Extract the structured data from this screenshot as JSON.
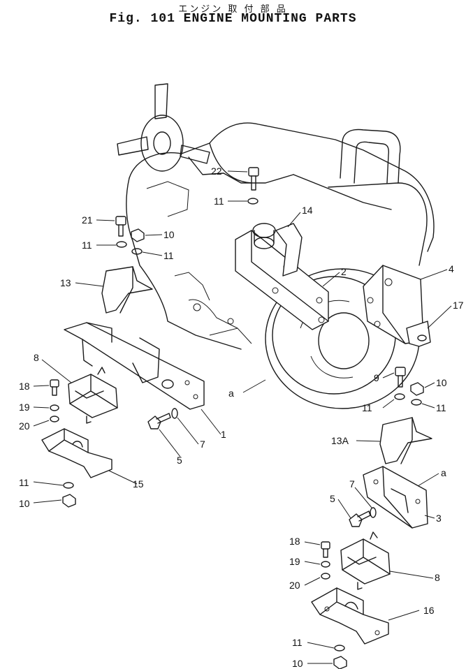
{
  "header": {
    "title_jp": "エンジン 取 付 部 品",
    "title_en": "Fig. 101 ENGINE MOUNTING PARTS"
  },
  "callouts": {
    "c22": "22",
    "c11_top": "11",
    "c14": "14",
    "c21": "21",
    "c10_a": "10",
    "c11_b": "11",
    "c11_c": "11",
    "c2": "2",
    "c4": "4",
    "c13": "13",
    "c17": "17",
    "c8_left": "8",
    "c18_left": "18",
    "c19_left": "19",
    "c20_left": "20",
    "c9": "9",
    "c10_b": "10",
    "c11_d": "11",
    "c11_e": "11",
    "c_a_left": "a",
    "c5_left": "5",
    "c7_left": "7",
    "c1": "1",
    "c13a": "13A",
    "c_a_right": "a",
    "c11_f": "11",
    "c10_c": "10",
    "c15": "15",
    "c7_right": "7",
    "c5_right": "5",
    "c3": "3",
    "c18_right": "18",
    "c19_right": "19",
    "c20_right": "20",
    "c8_right": "8",
    "c16": "16",
    "c11_g": "11",
    "c10_d": "10"
  }
}
